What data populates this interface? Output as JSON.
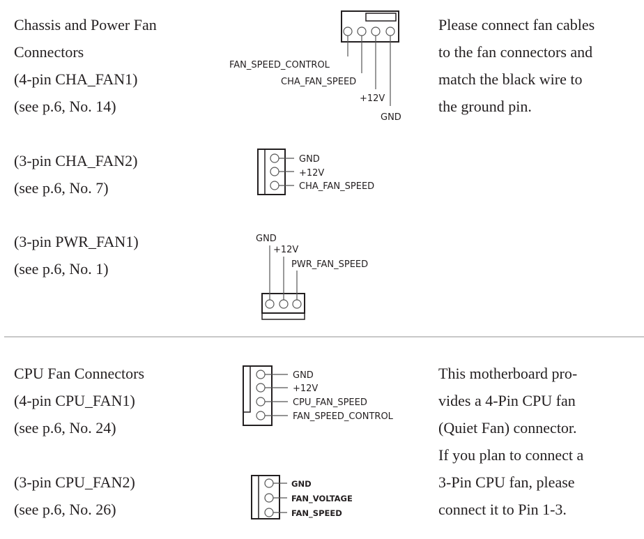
{
  "sections": {
    "chassis": {
      "title_lines": [
        "Chassis and Power Fan",
        "Connectors"
      ],
      "cha_fan1": {
        "label": "(4-pin CHA_FAN1)",
        "ref": "(see p.6, No. 14)",
        "pins": [
          "FAN_SPEED_CONTROL",
          "CHA_FAN_SPEED",
          "+12V",
          "GND"
        ]
      },
      "cha_fan2": {
        "label": "(3-pin CHA_FAN2)",
        "ref": "(see p.6, No. 7)",
        "pins": [
          "GND",
          "+12V",
          "CHA_FAN_SPEED"
        ]
      },
      "pwr_fan1": {
        "label": "(3-pin PWR_FAN1)",
        "ref": "(see p.6, No. 1)",
        "pins": [
          "GND",
          "+12V",
          "PWR_FAN_SPEED"
        ]
      },
      "note_lines": [
        "Please connect fan cables",
        "to the fan connectors and",
        "match the black wire to",
        "the ground pin."
      ]
    },
    "cpu": {
      "title_lines": [
        "CPU Fan Connectors"
      ],
      "cpu_fan1": {
        "label": "(4-pin CPU_FAN1)",
        "ref": "(see p.6, No. 24)",
        "pins": [
          "GND",
          "+12V",
          "CPU_FAN_SPEED",
          "FAN_SPEED_CONTROL"
        ]
      },
      "cpu_fan2": {
        "label": "(3-pin CPU_FAN2)",
        "ref": "(see p.6, No. 26)",
        "pins": [
          "GND",
          "FAN_VOLTAGE",
          "FAN_SPEED"
        ]
      },
      "note_lines": [
        "This motherboard pro-",
        "vides a 4-Pin CPU fan",
        "(Quiet Fan) connector.",
        "If you plan to connect a",
        "3-Pin CPU fan, please",
        "connect it to Pin 1-3."
      ]
    }
  }
}
